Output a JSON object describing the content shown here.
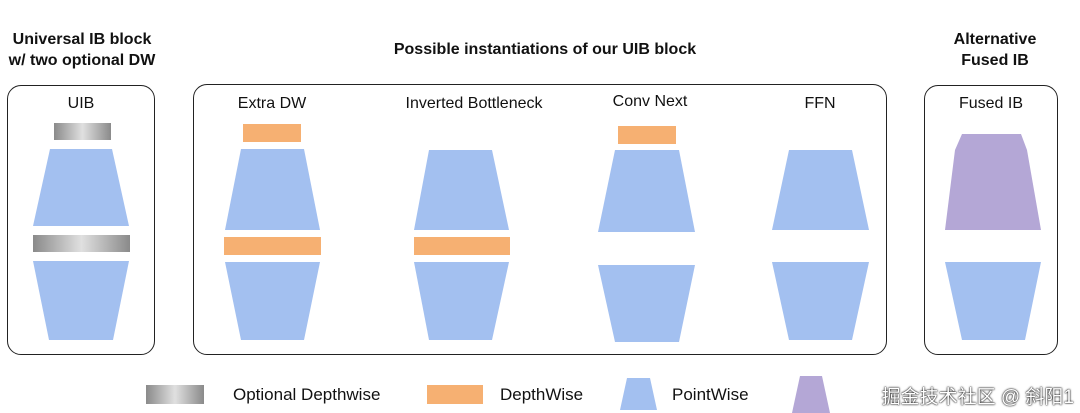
{
  "headings": {
    "universal": [
      "Universal IB block",
      "w/ two optional DW"
    ],
    "possible": "Possible instantiations of our UIB block",
    "alternative": [
      "Alternative",
      "Fused IB"
    ]
  },
  "blocks": {
    "uib": "UIB",
    "extra_dw": "Extra DW",
    "inverted_bottleneck": "Inverted Bottleneck",
    "conv_next": "Conv Next",
    "ffn": "FFN",
    "fused_ib": "Fused IB"
  },
  "legend": {
    "optional_depthwise": "Optional Depthwise",
    "depthwise": "DepthWise",
    "pointwise": "PointWise"
  },
  "watermark": "掘金技术社区 @ 斜阳1",
  "colors": {
    "pointwise": "#a3c0f0",
    "depthwise": "#f6b072",
    "fused": "#b4a7d6",
    "optional_light": "#e0e0e0",
    "optional_dark": "#8a8a8a",
    "border": "#222222"
  }
}
